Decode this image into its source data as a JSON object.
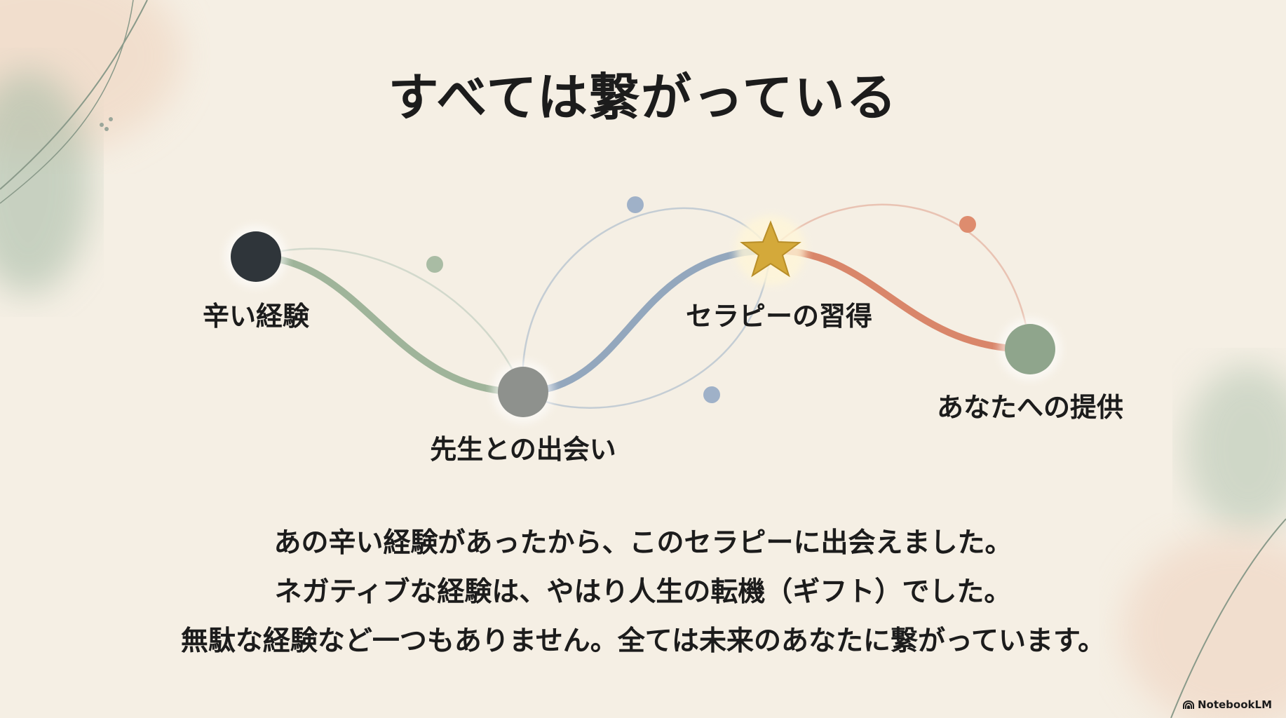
{
  "title": "すべては繋がっている",
  "nodes": [
    {
      "label": "辛い経験",
      "color": "#2f353a"
    },
    {
      "label": "先生との出会い",
      "color": "#8e918d"
    },
    {
      "label": "セラピーの習得",
      "color": "#d4a93a"
    },
    {
      "label": "あなたへの提供",
      "color": "#8fa58c"
    }
  ],
  "path_colors": {
    "green": "#9fb49a",
    "blue": "#93a7bd",
    "orange": "#d9866a"
  },
  "body_lines": [
    "あの辛い経験があったから、このセラピーに出会えました。",
    "ネガティブな経験は、やはり人生の転機（ギフト）でした。",
    "無駄な経験など一つもありません。全ては未来のあなたに繋がっています。"
  ],
  "brand": "NotebookLM"
}
